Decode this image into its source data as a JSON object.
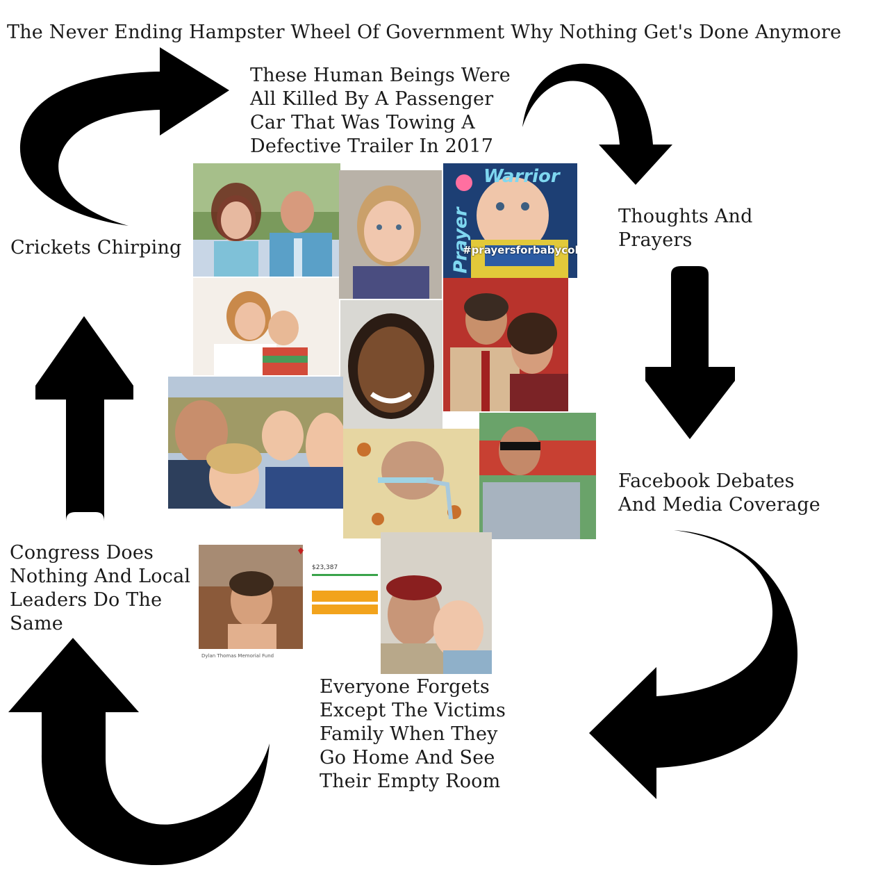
{
  "title": "The Never Ending Hampster Wheel Of Government Why Nothing Get's Done Anymore",
  "cycle": {
    "victims": "These Human Beings Were\nAll Killed By A Passenger\nCar That Was Towing A\nDefective Trailer In 2017",
    "thoughts": "Thoughts And\nPrayers",
    "facebook": "Facebook Debates\nAnd Media Coverage",
    "forgets": "Everyone Forgets\nExcept The Victims\nFamily When They\nGo Home And See\nTheir Empty Room",
    "congress": "Congress Does\nNothing And Local\nLeaders Do The\nSame",
    "crickets": "Crickets Chirping"
  },
  "photo_overlays": {
    "warrior": "Warrior",
    "prayer": "Prayer",
    "hashtag": "#prayersforbabycolt",
    "fund_amount": "$23,387",
    "fund_title": "Dylan Thomas Memorial Fund"
  },
  "colors": {
    "arrow": "#000000",
    "text": "#1a1a1a",
    "background": "#ffffff",
    "overlay_blue": "#7fd7f0",
    "overlay_pink": "#ff6fa0",
    "fund_orange": "#f2a31c",
    "fund_green": "#3aa34b"
  },
  "icons": {
    "arrows": [
      "curved-arrow-top-left",
      "curved-arrow-top-right",
      "down-arrow",
      "curved-arrow-bottom-right",
      "curved-arrow-bottom-left",
      "up-arrow"
    ]
  }
}
